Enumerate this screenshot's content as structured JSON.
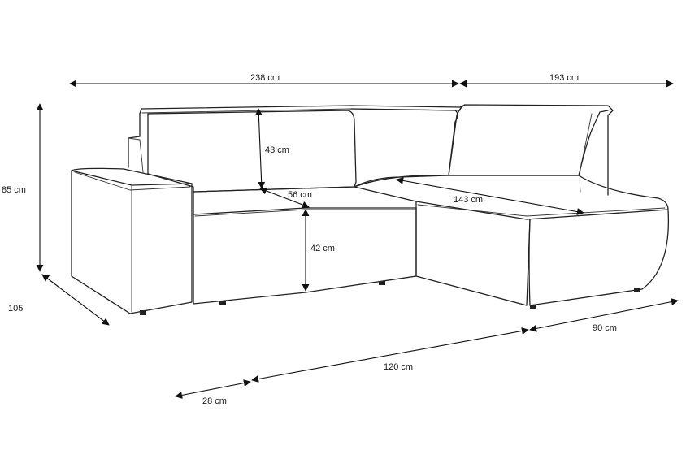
{
  "diagram": {
    "dimensions": {
      "total_width": "238 cm",
      "chaise_width": "193 cm",
      "height": "85 cm",
      "backrest_height": "43 cm",
      "seat_depth": "56 cm",
      "chaise_length": "143 cm",
      "seat_height": "42 cm",
      "depth": "105",
      "chaise_depth": "90 cm",
      "base_depth": "120 cm",
      "arm_width": "28 cm"
    }
  }
}
